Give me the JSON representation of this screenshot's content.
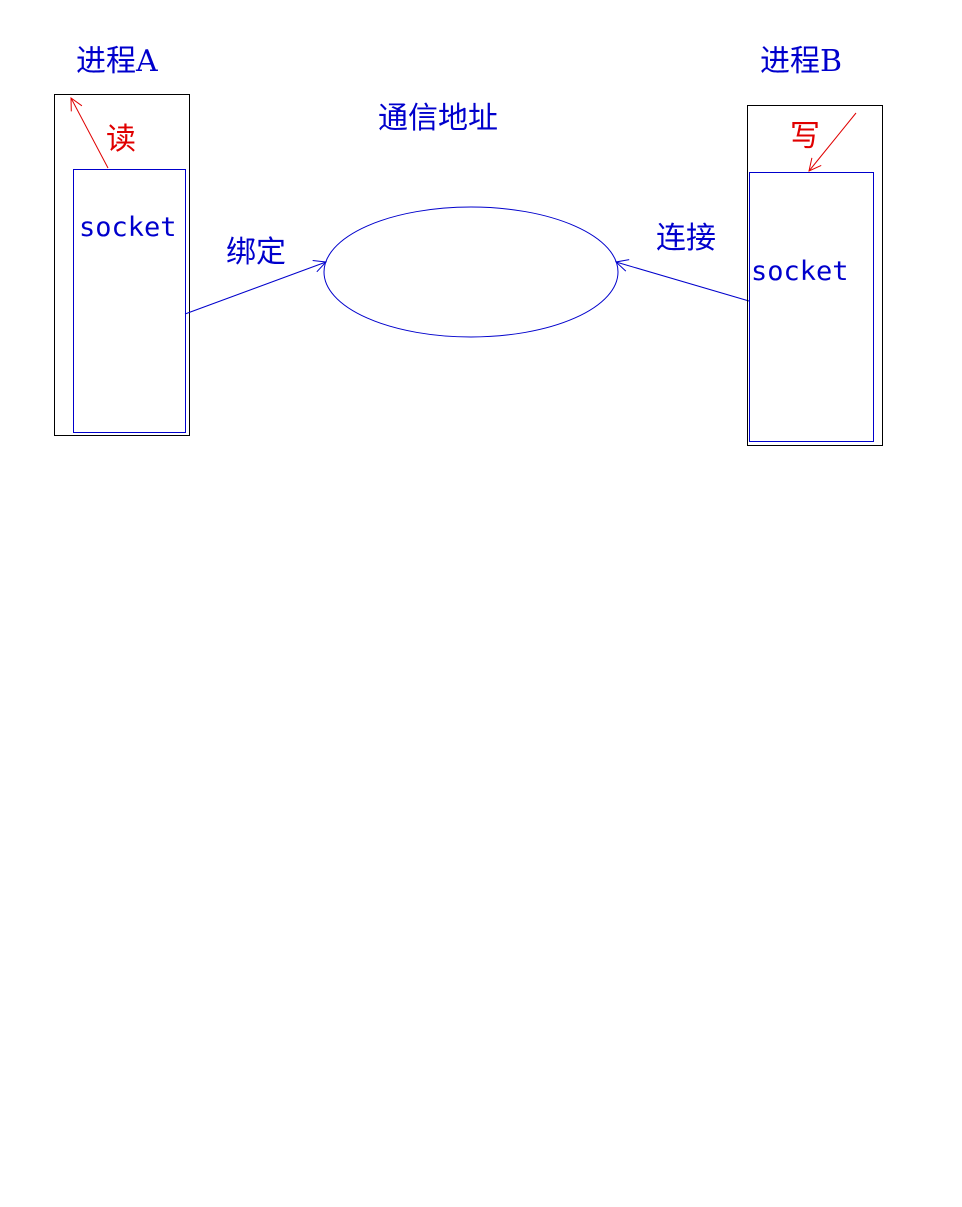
{
  "diagram": {
    "process_a": {
      "title": "进程A",
      "socket_label": "socket",
      "action_label": "读"
    },
    "process_b": {
      "title": "进程B",
      "socket_label": "socket",
      "action_label": "写"
    },
    "address": {
      "label": "通信地址"
    },
    "edges": {
      "bind_label": "绑定",
      "connect_label": "连接"
    }
  },
  "colors": {
    "blue": "#0000cc",
    "red": "#e00000",
    "black": "#000000",
    "background": "#ffffff"
  }
}
